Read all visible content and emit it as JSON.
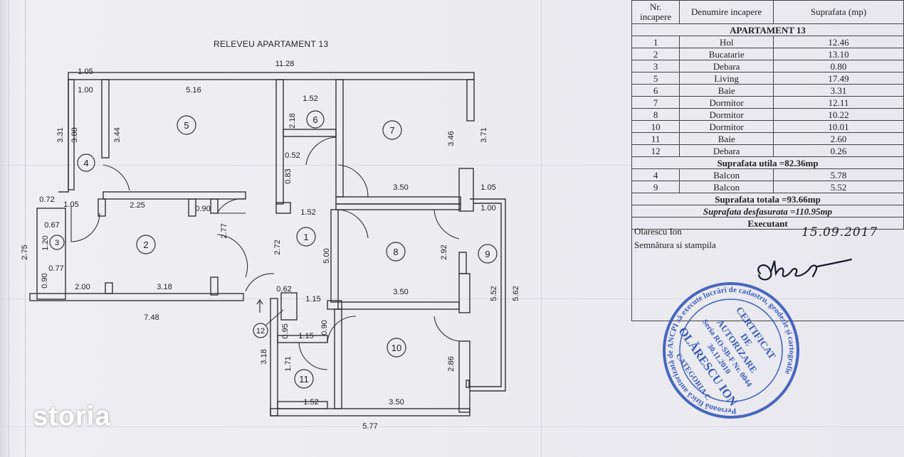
{
  "plan": {
    "title": "RELEVEU APARTAMENT 13",
    "rooms": [
      "1",
      "2",
      "3",
      "4",
      "5",
      "6",
      "7",
      "8",
      "9",
      "10",
      "11",
      "12"
    ],
    "dims": {
      "top_overall": "11.28",
      "top_left": "1.05",
      "in_left": "1.00",
      "r5_top": "5.16",
      "r5_side": "3.44",
      "r4_a": "3.31",
      "r4_b": "3.88",
      "r6_top": "1.52",
      "r6_side": "2.18",
      "r6_small": "0.52",
      "r6_door": "0.83",
      "r7_side": "3.46",
      "r7_out": "3.71",
      "r7_bot": "3.50",
      "bal_top": "1.05",
      "bal_in": "1.00",
      "left_small": "0.72",
      "left_small2": "1.05",
      "r3_a": "0.67",
      "r3_b": "1.20",
      "r2_top": "2.25",
      "r2_door": "0.90",
      "left_out": "2.75",
      "r2_side": "2.77",
      "r1_side": "2.72",
      "r1_top": "1.52",
      "r1_long": "5.00",
      "r3_c": "0.77",
      "r3_d": "0.90",
      "r2_bot1": "2.00",
      "r2_bot2": "3.18",
      "bottom_left": "7.48",
      "r12_top": "0.62",
      "r1_bot": "1.15",
      "r12_a": "0.95",
      "r12_b": "1.15",
      "r12_c": "0.90",
      "r8_side": "2.92",
      "r8_bot": "3.50",
      "bal9_in": "5.52",
      "bal9_out": "5.62",
      "r11_out": "3.18",
      "r11_side": "1.71",
      "r10_side": "2.86",
      "r11_bot": "1.52",
      "r10_bot": "3.50",
      "bottom_right": "5.77"
    }
  },
  "table": {
    "headers": {
      "nr": "Nr. incapere",
      "den": "Denumire incapere",
      "sup": "Suprafata (mp)"
    },
    "apartment": "APARTAMENT 13",
    "rows": [
      {
        "nr": "1",
        "name": "Hol",
        "area": "12.46"
      },
      {
        "nr": "2",
        "name": "Bucatarie",
        "area": "13.10"
      },
      {
        "nr": "3",
        "name": "Debara",
        "area": "0.80"
      },
      {
        "nr": "5",
        "name": "Living",
        "area": "17.49"
      },
      {
        "nr": "6",
        "name": "Baie",
        "area": "3.31"
      },
      {
        "nr": "7",
        "name": "Dormitor",
        "area": "12.11"
      },
      {
        "nr": "8",
        "name": "Dormitor",
        "area": "10.22"
      },
      {
        "nr": "10",
        "name": "Dormitor",
        "area": "10.01"
      },
      {
        "nr": "11",
        "name": "Baie",
        "area": "2.60"
      },
      {
        "nr": "12",
        "name": "Debara",
        "area": "0.26"
      }
    ],
    "useful": "Suprafata utila =82.36mp",
    "balconies": [
      {
        "nr": "4",
        "name": "Balcon",
        "area": "5.78"
      },
      {
        "nr": "9",
        "name": "Balcon",
        "area": "5.52"
      }
    ],
    "total": "Suprafata totala =93.66mp",
    "developed": "Suprafata desfasurata =110.95mp",
    "executant": "Executant",
    "exec_name": "Olarescu Ion",
    "exec_date": "15.09.2017",
    "sign_label": "Semnătura si stampila"
  },
  "stamp": {
    "outer_text": "Persoană fizică autorizată de ANCPI să execute lucrări de cadastru, geodezie și cartografie",
    "certificat": "CERTIFICAT",
    "de": "DE",
    "autorizare": "AUTORIZARE",
    "serie": "Seria RO-SB-F Nr. 0044",
    "date": "30.11.2010",
    "name": "OLĂRESCU ION",
    "category": "CATEGORIA C",
    "color": "#2b4fb5"
  },
  "brand": "storia",
  "colors": {
    "wall": "#333333",
    "paper": "#ececf0",
    "ink": "#222222"
  }
}
